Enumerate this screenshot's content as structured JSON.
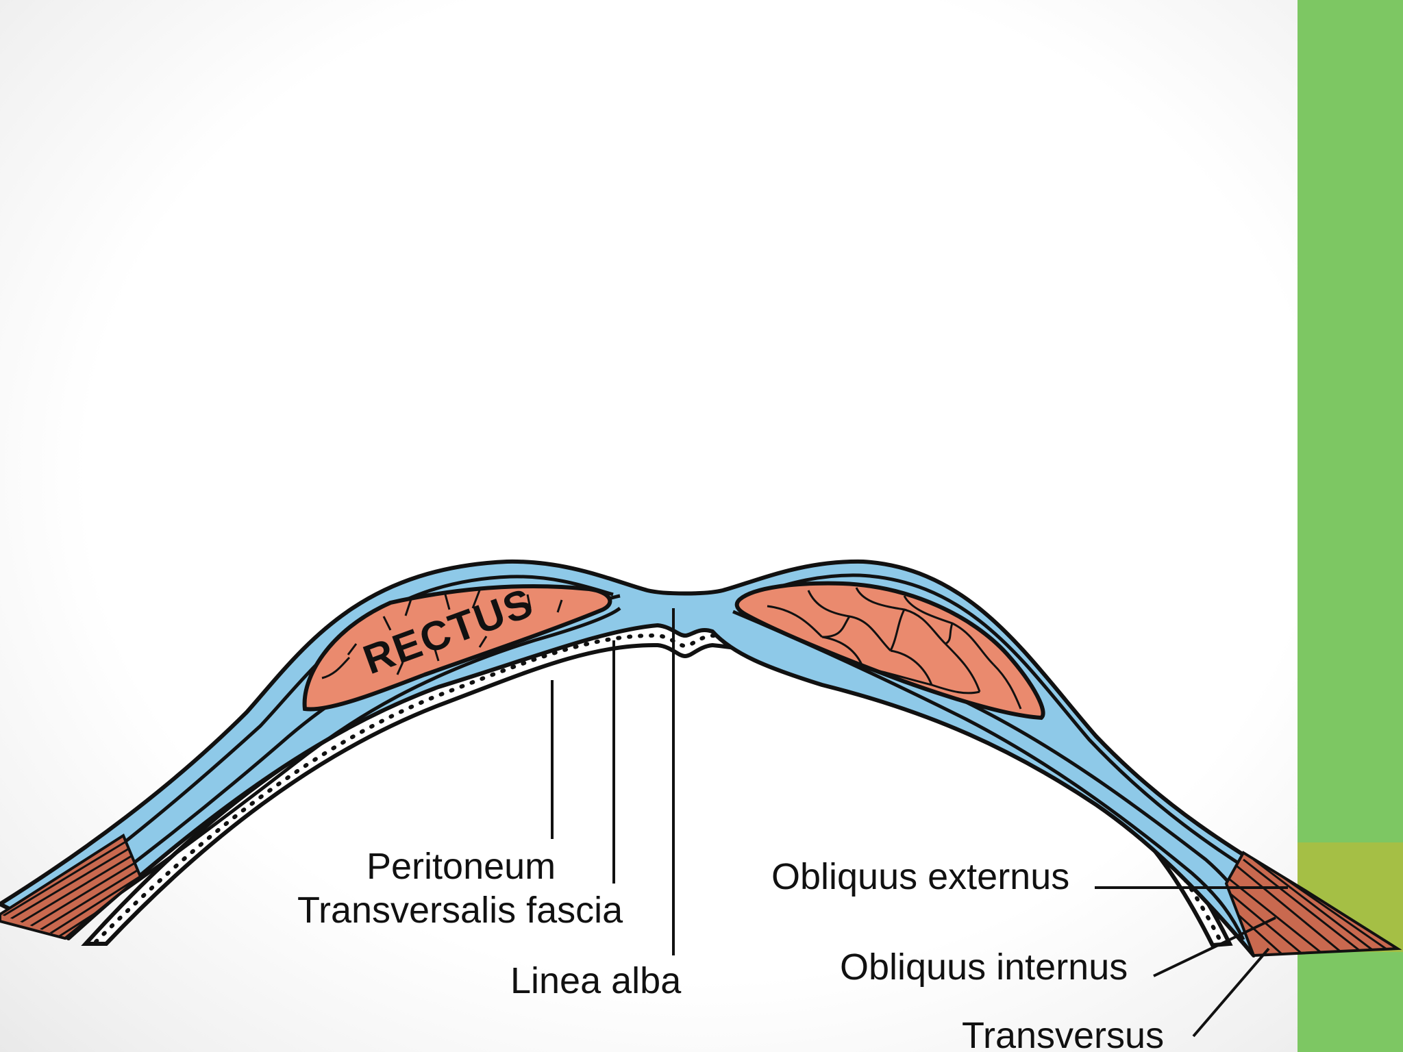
{
  "colors": {
    "side_bar": "#7dc763",
    "side_bar_accent": "#a5bf45",
    "fascia_blue": "#8ec9e8",
    "muscle": "#ea8a6e",
    "outline": "#111111"
  },
  "diagram": {
    "rectus_label": "RECTUS",
    "labels": {
      "peritoneum": "Peritoneum",
      "transversalis_fascia": "Transversalis fascia",
      "linea_alba": "Linea alba",
      "obliquus_externus": "Obliquus externus",
      "obliquus_internus": "Obliquus internus",
      "transversus": "Transversus"
    }
  }
}
